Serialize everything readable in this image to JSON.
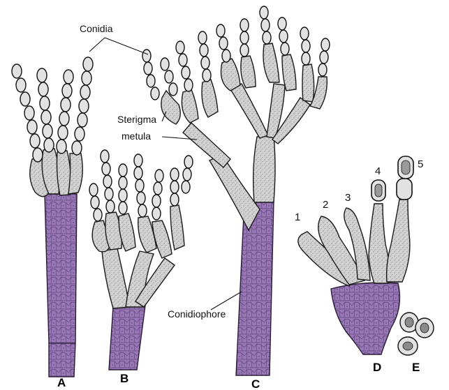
{
  "labels": {
    "conidia": "Conidia",
    "sterigma": "Sterigma",
    "metula": "metula",
    "conidiophore": "Conidiophore"
  },
  "panels": {
    "a": "A",
    "b": "B",
    "c": "C",
    "d": "D",
    "e": "E"
  },
  "stages": [
    "1",
    "2",
    "3",
    "4",
    "5"
  ],
  "colors": {
    "conidiophore_fill": "#9a78b8",
    "cell_fill": "#d4d4d4",
    "outline": "#1a1a1a"
  }
}
